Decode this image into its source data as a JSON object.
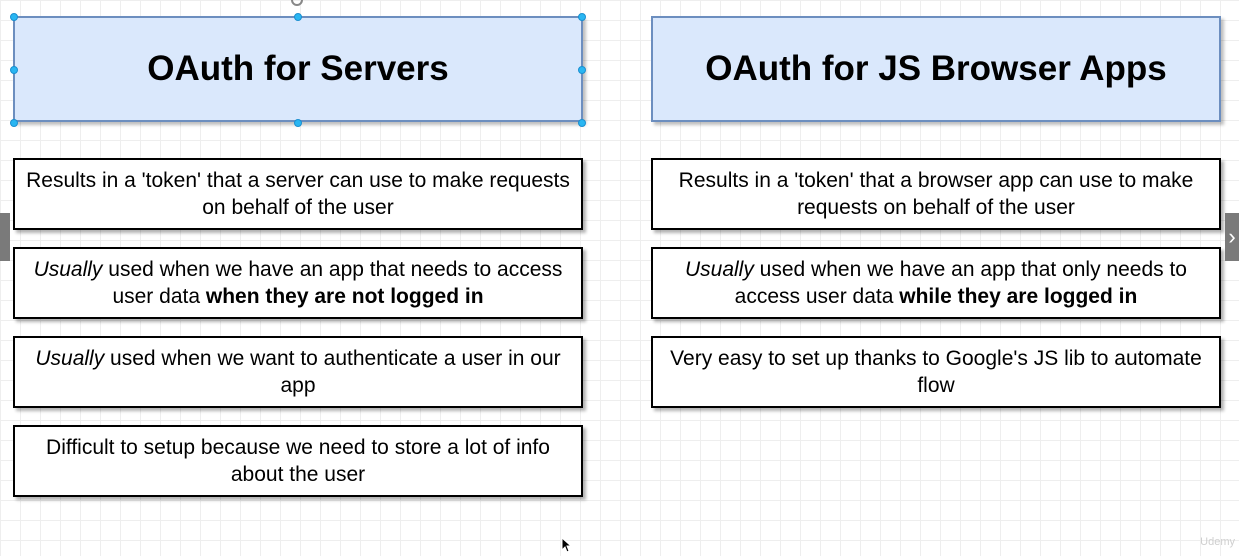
{
  "left": {
    "title": "OAuth for Servers",
    "cards": [
      {
        "parts": [
          {
            "text": "Results in a 'token' that a server can use to make requests on behalf of the user",
            "style": "normal"
          }
        ]
      },
      {
        "parts": [
          {
            "text": "Usually",
            "style": "italic"
          },
          {
            "text": " used when we have an app that needs to access user data ",
            "style": "normal"
          },
          {
            "text": "when they are not logged in",
            "style": "bold"
          }
        ]
      },
      {
        "parts": [
          {
            "text": "Usually",
            "style": "italic"
          },
          {
            "text": " used when we want to authenticate a user in our app",
            "style": "normal"
          }
        ]
      },
      {
        "parts": [
          {
            "text": "Difficult to setup because we need to store a lot of info about the user",
            "style": "normal"
          }
        ]
      }
    ]
  },
  "right": {
    "title": "OAuth for JS Browser Apps",
    "cards": [
      {
        "parts": [
          {
            "text": "Results in a 'token' that a browser app can use to make requests on behalf of the user",
            "style": "normal"
          }
        ]
      },
      {
        "parts": [
          {
            "text": "Usually",
            "style": "italic"
          },
          {
            "text": " used when we have an app that only needs to access user data ",
            "style": "normal"
          },
          {
            "text": "while they are logged in",
            "style": "bold"
          }
        ]
      },
      {
        "parts": [
          {
            "text": "Very easy to set up thanks to Google's JS lib to automate flow",
            "style": "normal"
          }
        ]
      }
    ]
  },
  "nav": {
    "next_glyph": "›"
  },
  "watermark": "Udemy"
}
